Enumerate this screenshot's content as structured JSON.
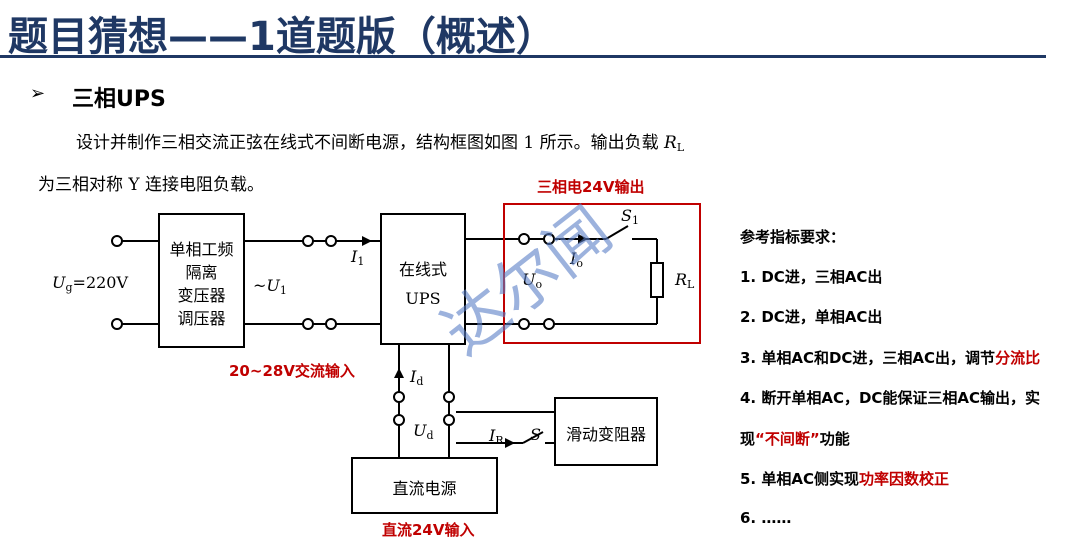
{
  "header": {
    "title": "题目猜想——1道题版（概述）"
  },
  "section": {
    "bullet": "➢",
    "title": "三相UPS"
  },
  "description": {
    "line1_prefix": "设计并制作三相交流正弦在线式不间断电源，结构框图如图 1 所示。输出负载 ",
    "line1_var": "R",
    "line1_sub": "L",
    "line2": "为三相对称 Y 连接电阻负载。"
  },
  "diagram": {
    "input_voltage_var": "U",
    "input_voltage_sub": "g",
    "input_voltage_value": "=220V",
    "transformer_box": [
      "单相工频",
      "隔离",
      "变压器",
      "调压器"
    ],
    "u1_tilde": "~",
    "u1_var": "U",
    "u1_sub": "1",
    "i1_var": "I",
    "i1_sub": "1",
    "ups_box": [
      "在线式",
      "UPS"
    ],
    "uo_var": "U",
    "uo_sub": "o",
    "io_var": "I",
    "io_sub": "o",
    "s1_var": "S",
    "s1_sub": "1",
    "rl_var": "R",
    "rl_sub": "L",
    "id_var": "I",
    "id_sub": "d",
    "ud_var": "U",
    "ud_sub": "d",
    "ir_var": "I",
    "ir_sub": "R",
    "s_var": "S",
    "rheostat_box": "滑动变阻器",
    "dc_box": "直流电源",
    "watermark": "达尔闻",
    "label_output": "三相电24V输出",
    "label_ac_input": "20~28V交流输入",
    "label_dc_input": "直流24V输入"
  },
  "requirements": {
    "title": "参考指标要求：",
    "items": [
      {
        "pre": "1. DC进，三相AC出",
        "red": "",
        "post": ""
      },
      {
        "pre": "2. DC进，单相AC出",
        "red": "",
        "post": ""
      },
      {
        "pre": "3. 单相AC和DC进，三相AC出，调节",
        "red": "分流比",
        "post": ""
      },
      {
        "pre": "4. 断开单相AC，DC能保证三相AC输出，实",
        "red": "",
        "post": ""
      },
      {
        "pre": "现",
        "red": "“不间断”",
        "post": "功能"
      },
      {
        "pre": "5. 单相AC侧实现",
        "red": "功率因数校正",
        "post": ""
      },
      {
        "pre": "6. ……",
        "red": "",
        "post": ""
      }
    ]
  },
  "colors": {
    "title": "#1f3864",
    "accent_red": "#c00000",
    "watermark": "#5b7fc7"
  }
}
